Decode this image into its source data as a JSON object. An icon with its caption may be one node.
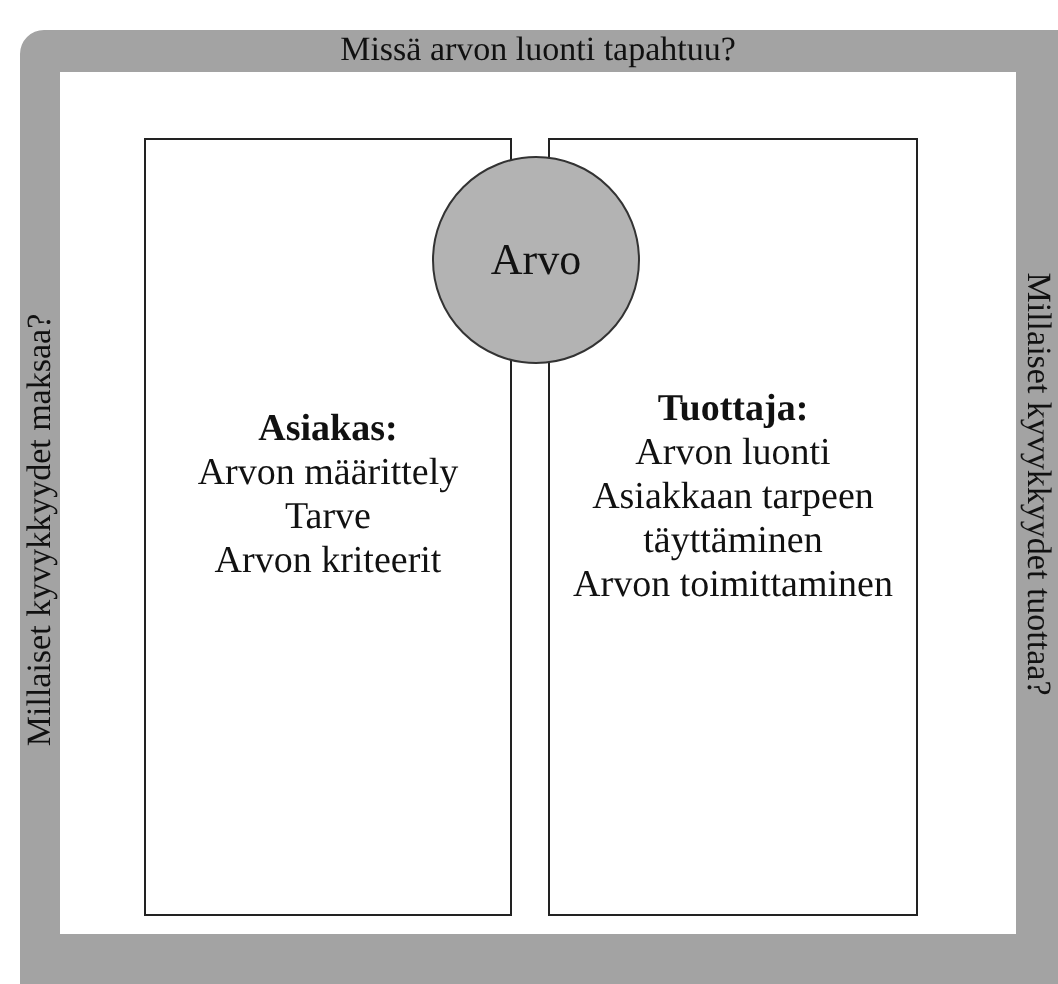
{
  "diagram": {
    "nodes": [
      {
        "text": [
          "Missä arvon luonti tapahtuu?",
          "Millaiset kyvykkyydet maksaa?",
          "Millaiset kyvykkyydet tuottaa?"
        ]
      },
      {
        "text": [
          "Asiakas:",
          "Arvon määrittely",
          "Tarve",
          "Arvon kriteerit"
        ],
        "in": 0
      },
      {
        "text": [
          "Tuottaja:",
          "Arvon luonti",
          "Asiakkaan tarpeen täyttäminen",
          "Arvon toimittaminen"
        ],
        "in": 0
      },
      {
        "text": [
          "Arvo"
        ],
        "in": 0
      }
    ]
  }
}
